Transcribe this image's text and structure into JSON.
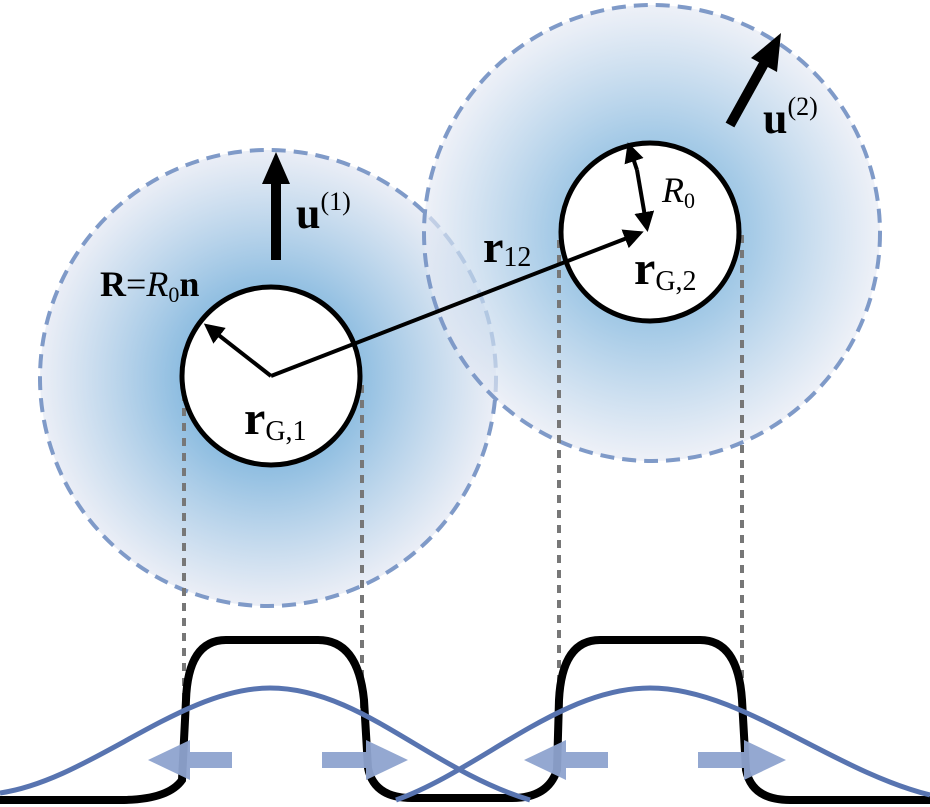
{
  "labels": {
    "u1_main": "u",
    "u1_sup": "(1)",
    "u2_main": "u",
    "u2_sup": "(2)",
    "R_vec": "R",
    "R_eq": "=",
    "R_R0": "R",
    "R_sub0": "0",
    "R_n": "n",
    "r12_main": "r",
    "r12_sub": "12",
    "R0_main": "R",
    "R0_sub": "0",
    "rG1_main": "r",
    "rG1_sub": "G,1",
    "rG2_main": "r",
    "rG2_sub": "G,2"
  },
  "colors": {
    "cloud_center": "#4f9bd0",
    "cloud_edge": "#e6eaf4",
    "cloud_border": "#7f9ac8",
    "profile_blue": "#5874b0",
    "force_arrow": "#8ea3cf",
    "guide_line": "#777777"
  }
}
